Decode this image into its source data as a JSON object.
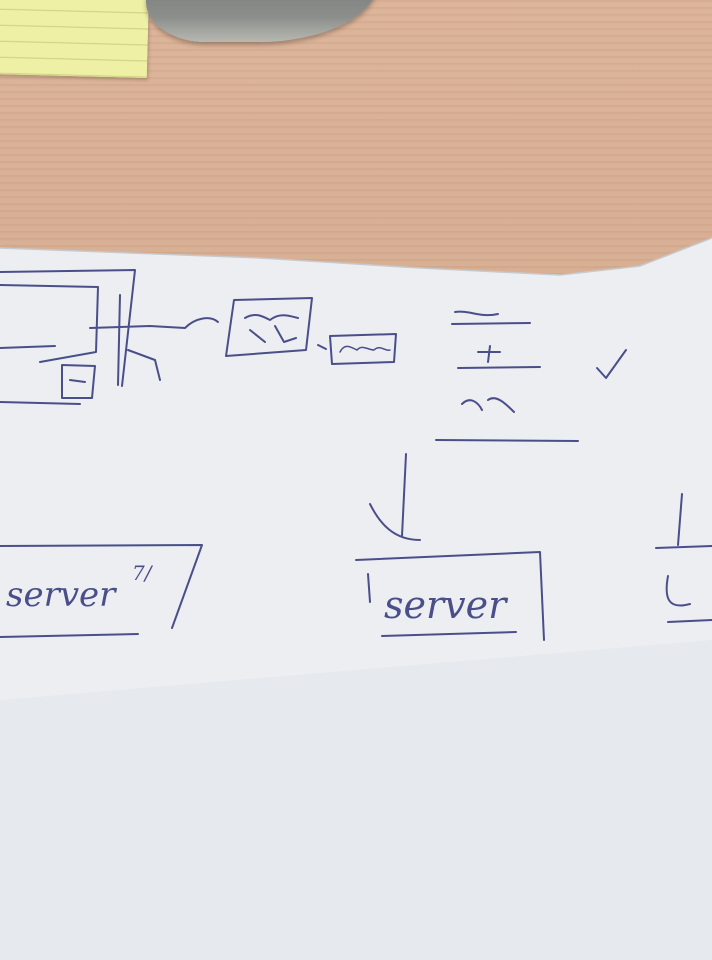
{
  "scene": {
    "description_colors": {
      "desk": "#d8af94",
      "paper": "#eef0f3",
      "ink": "#4a4f8a",
      "sticky_note": "#eef0a6",
      "device": "#7f827f"
    }
  },
  "sketch": {
    "left_server_label": "server",
    "left_server_mark": "7/",
    "center_server_label": "server",
    "checkmark": "✓"
  }
}
